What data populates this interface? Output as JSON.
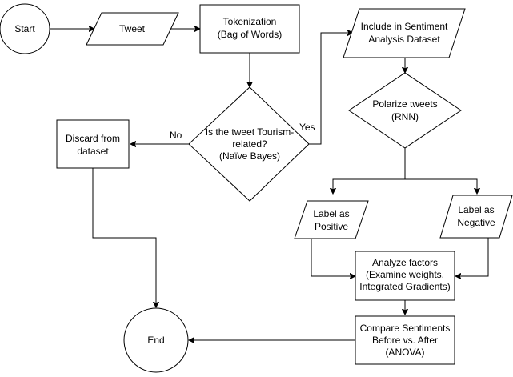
{
  "flowchart": {
    "start": "Start",
    "tweet": "Tweet",
    "tokenization": [
      "Tokenization",
      "(Bag of Words)"
    ],
    "decision": [
      "Is the tweet Tourism-",
      "related?",
      "(Naïve Bayes)"
    ],
    "discard": [
      "Discard from",
      "dataset"
    ],
    "include": [
      "Include in Sentiment",
      "Analysis Dataset"
    ],
    "polarize": [
      "Polarize tweets",
      "(RNN)"
    ],
    "label_positive": [
      "Label as",
      "Positive"
    ],
    "label_negative": [
      "Label as",
      "Negative"
    ],
    "analyze": [
      "Analyze factors",
      "(Examine weights,",
      "Integrated Gradients)"
    ],
    "compare": [
      "Compare Sentiments",
      "Before vs. After",
      "(ANOVA)"
    ],
    "end": "End",
    "edge_no": "No",
    "edge_yes": "Yes"
  }
}
